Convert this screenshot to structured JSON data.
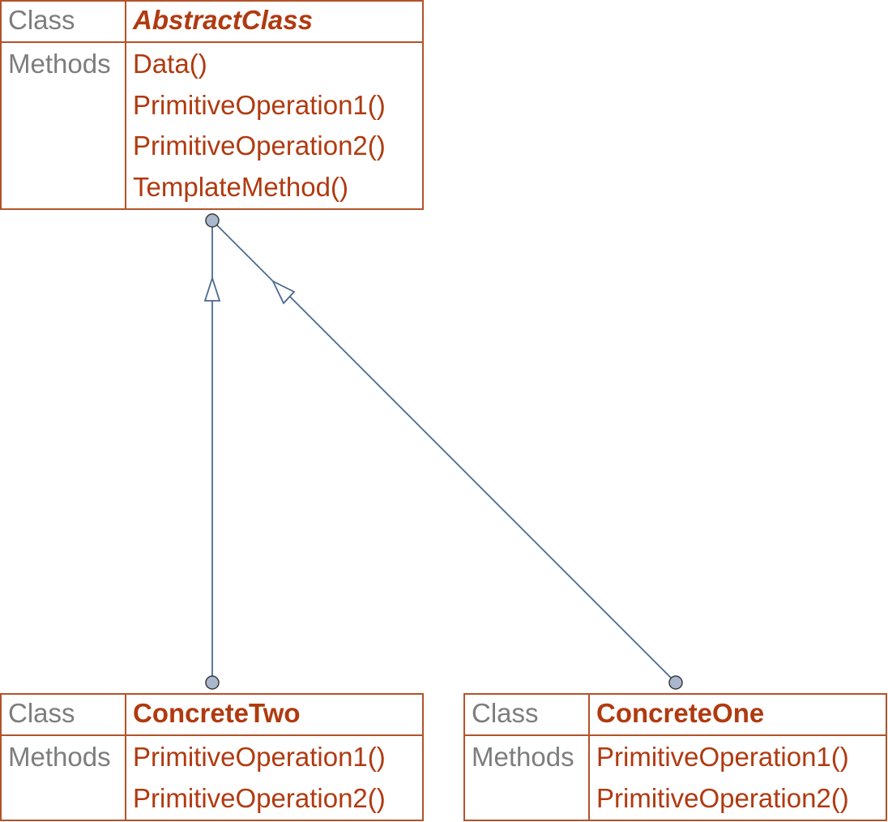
{
  "labels": {
    "class": "Class",
    "methods": "Methods"
  },
  "classes": {
    "abstract": {
      "name": "AbstractClass",
      "methods": [
        "Data()",
        "PrimitiveOperation1()",
        "PrimitiveOperation2()",
        "TemplateMethod()"
      ]
    },
    "concrete_two": {
      "name": "ConcreteTwo",
      "methods": [
        "PrimitiveOperation1()",
        "PrimitiveOperation2()"
      ]
    },
    "concrete_one": {
      "name": "ConcreteOne",
      "methods": [
        "PrimitiveOperation1()",
        "PrimitiveOperation2()"
      ]
    }
  },
  "relations": [
    {
      "type": "inheritance",
      "from": "ConcreteTwo",
      "to": "AbstractClass"
    },
    {
      "type": "inheritance",
      "from": "ConcreteOne",
      "to": "AbstractClass"
    }
  ],
  "colors": {
    "border": "#b5522a",
    "class_text": "#b03a10",
    "label_text": "#7d7d7d",
    "connector": "#4a6a8e",
    "endpoint_fill": "#a9b8cc"
  }
}
